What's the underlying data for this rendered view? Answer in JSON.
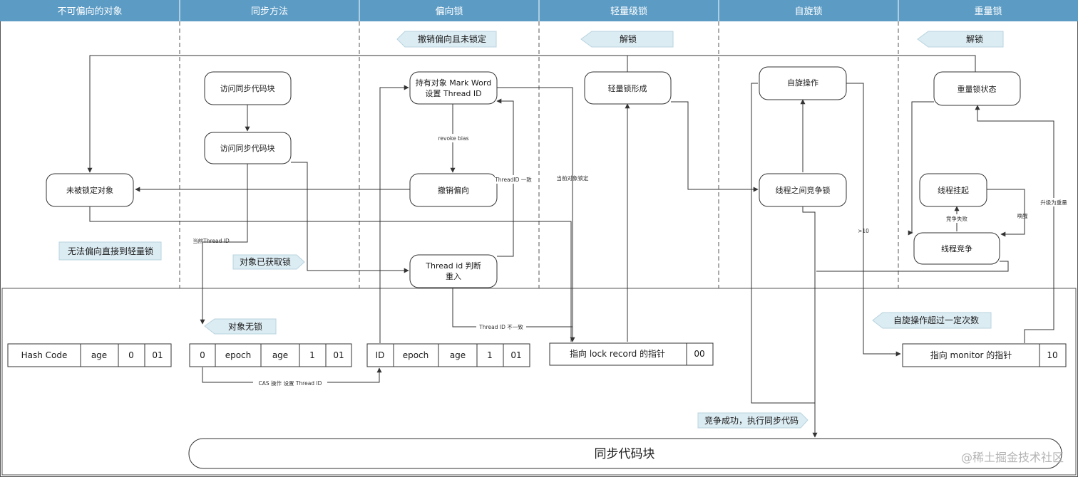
{
  "colors": {
    "header_bg": "#5b9bc4",
    "note_bg": "#dcecf3",
    "line": "#333333",
    "divider": "#555555"
  },
  "lanes": [
    "不可偏向的对象",
    "同步方法",
    "偏向锁",
    "轻量级锁",
    "自旋锁",
    "重量锁"
  ],
  "nodes": {
    "access1": "访问同步代码块",
    "access2": "访问同步代码块",
    "unlocked": "未被锁定对象",
    "hold_l1": "持有对象 Mark Word",
    "hold_l2": "设置 Thread ID",
    "revoke": "撤销偏向",
    "tid_l1": "Thread id 判断",
    "tid_l2": "重入",
    "light": "轻量锁形成",
    "spin": "自旋操作",
    "compete": "线程之间竞争锁",
    "heavy": "重量锁状态",
    "suspend": "线程挂起",
    "race": "线程竞争"
  },
  "notes": {
    "revoke_unlock": "撤销偏向且未锁定",
    "unlock1": "解锁",
    "unlock2": "解锁",
    "no_bias": "无法偏向直接到轻量锁",
    "acquired": "对象已获取锁",
    "no_lock": "对象无锁",
    "spin_exceed": "自旋操作超过一定次数",
    "success": "竞争成功，执行同步代码"
  },
  "edge_labels": {
    "revoke_bias": "revoke bias",
    "tid_match": "ThreadID 一致",
    "cur_locked": "当前对象锁定",
    "cur_tid": "当前Thread ID",
    "tid_mismatch": "Thread ID 不一致",
    "cas": "CAS 操作 设置 Thread ID",
    "gt10": ">10",
    "race_fail": "竞争失败",
    "wake": "唤醒",
    "upgrade": "升级为重量"
  },
  "words": {
    "w1": [
      "Hash Code",
      "age",
      "0",
      "01"
    ],
    "w2": [
      "0",
      "epoch",
      "age",
      "1",
      "01"
    ],
    "w3": [
      "ID",
      "epoch",
      "age",
      "1",
      "01"
    ],
    "w4": [
      "指向 lock record 的指针",
      "00"
    ],
    "w5": [
      "指向 monitor 的指针",
      "10"
    ]
  },
  "sync_block": "同步代码块",
  "watermark": "@稀土掘金技术社区"
}
